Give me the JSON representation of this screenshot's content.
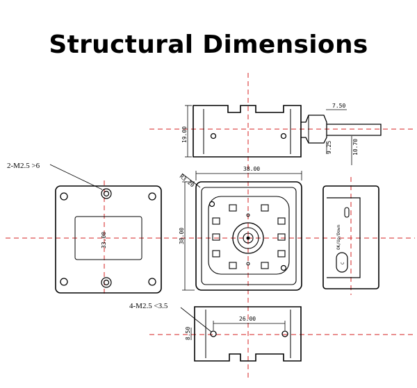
{
  "title": "Structural Dimensions",
  "dimensions": {
    "plug_width": "7.50",
    "plug_offset": "9.25",
    "plug_height": "10.70",
    "side_height": "19.00",
    "front_width": "38.00",
    "front_height": "38.00",
    "corner_radius": "R3.20",
    "back_inner": "33.00",
    "bottom_span": "26.00",
    "bottom_depth": "8.50"
  },
  "callouts": {
    "back_holes": "2-M2.5 >6",
    "front_holes": "4-M2.5 <3.5"
  },
  "side_labels": {
    "switch": "OK/Up/Down",
    "port": "C"
  },
  "colors": {
    "centerline": "#d42020",
    "outline": "#000000"
  }
}
